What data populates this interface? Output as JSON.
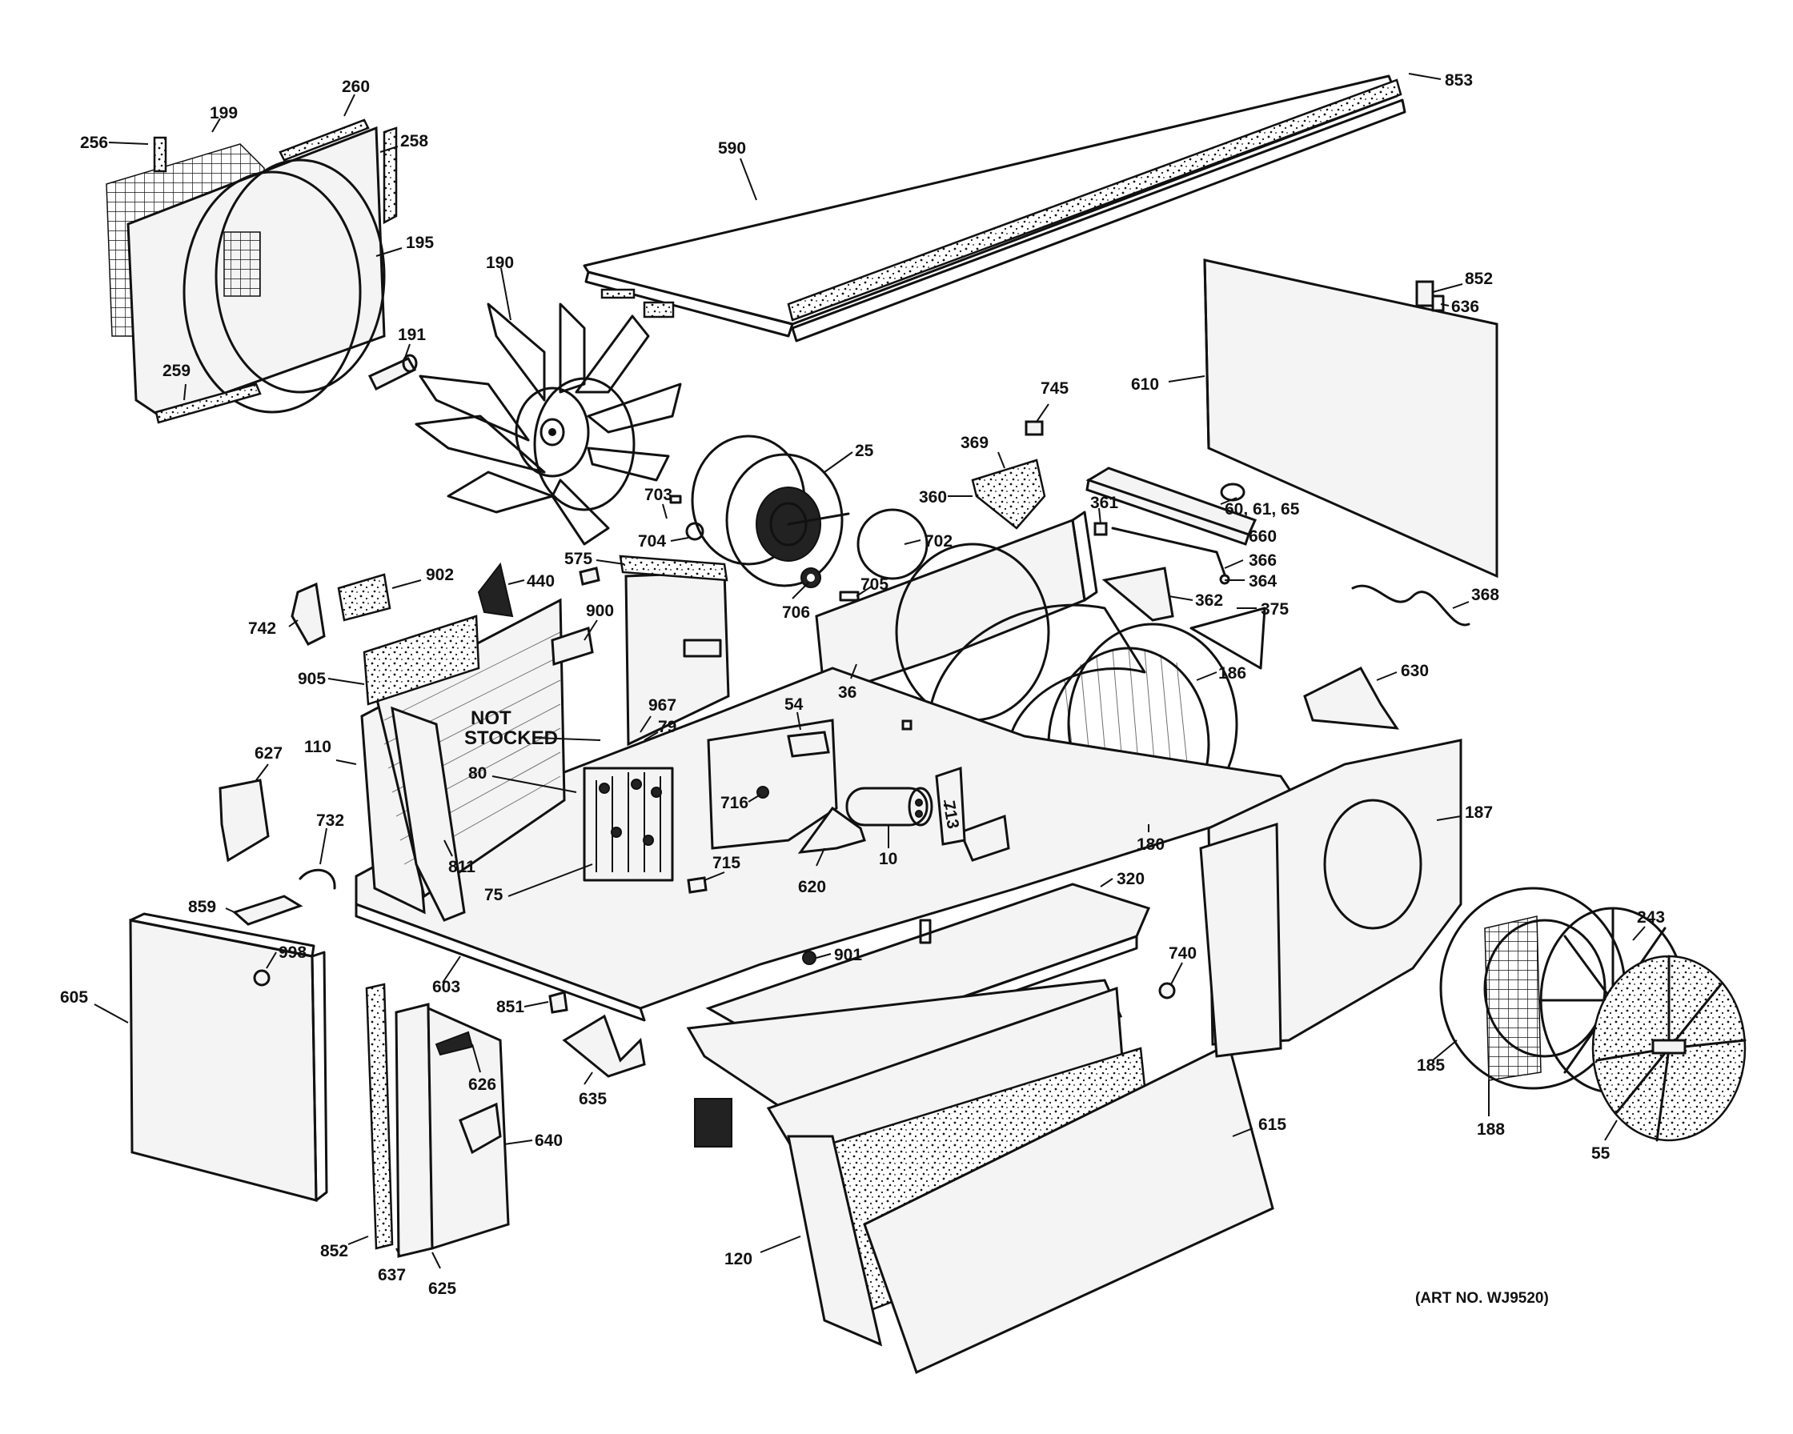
{
  "diagram": {
    "art_number": "(ART NO. WJ9520)",
    "note_line1": "NOT",
    "note_line2": "STOCKED",
    "labels": [
      "853",
      "260",
      "199",
      "256",
      "258",
      "590",
      "195",
      "190",
      "852",
      "636",
      "191",
      "610",
      "259",
      "745",
      "25",
      "369",
      "703",
      "360",
      "361",
      "60, 61, 65",
      "704",
      "702",
      "660",
      "366",
      "902",
      "575",
      "440",
      "706",
      "705",
      "364",
      "362",
      "742",
      "900",
      "368",
      "375",
      "905",
      "186",
      "36",
      "630",
      "967",
      "54",
      "79",
      "627",
      "110",
      "80",
      "716",
      "713",
      "732",
      "811",
      "10",
      "180",
      "187",
      "715",
      "620",
      "859",
      "75",
      "320",
      "243",
      "998",
      "901",
      "740",
      "605",
      "603",
      "851",
      "626",
      "185",
      "635",
      "188",
      "615",
      "640",
      "55",
      "852",
      "637",
      "625",
      "120"
    ]
  }
}
